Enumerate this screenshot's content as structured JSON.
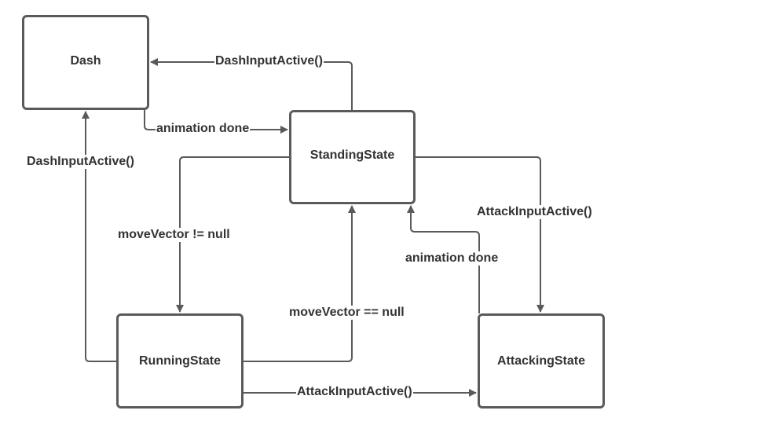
{
  "nodes": {
    "dash": "Dash",
    "standing": "StandingState",
    "running": "RunningState",
    "attacking": "AttackingState"
  },
  "edges": {
    "standing_to_dash": "DashInputActive()",
    "dash_to_standing": "animation done",
    "running_to_dash": "DashInputActive()",
    "standing_to_running": "moveVector != null",
    "running_to_standing": "moveVector == null",
    "standing_to_attacking": "AttackInputActive()",
    "attacking_to_standing": "animation done",
    "running_to_attacking": "AttackInputActive()"
  },
  "colors": {
    "stroke": "#5a5a5a",
    "text": "#333333",
    "background": "#ffffff"
  }
}
